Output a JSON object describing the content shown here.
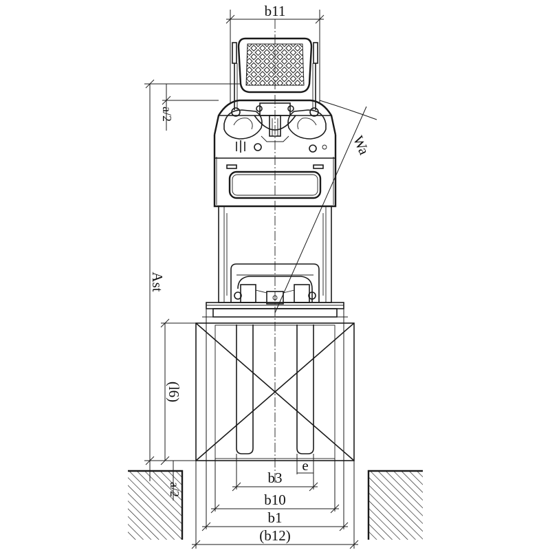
{
  "labels": {
    "b11": "b11",
    "a_half_top": "a/2",
    "wa": "Wa",
    "ast": "Ast",
    "l6": "(l6)",
    "e": "e",
    "a_half_bottom": "a/2",
    "b3": "b3",
    "b10": "b10",
    "b1": "b1",
    "b12": "(b12)"
  }
}
